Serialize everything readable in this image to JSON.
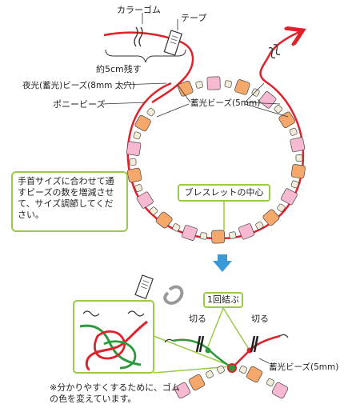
{
  "labels": {
    "color_rubber": "カラーゴム",
    "tape": "テープ",
    "leave_5cm": "約5cm残す",
    "glow_bead_large": "夜光(蓄光)ビーズ(8mm 太穴)",
    "pony_bead": "ポニービーズ",
    "glow_bead_small_top": "蓄光ビーズ(5mm)",
    "bracelet_center": "ブレスレットの中心",
    "adjust_note": "手首サイズに合わせて通すビーズの数を増減させて、サイズ調節してください。",
    "tie_once": "1回結ぶ",
    "cut_left": "切る",
    "cut_right": "切る",
    "glow_bead_small_bottom": "蓄光ビーズ(5mm)",
    "color_note": "※分かりやすくするために、ゴムの色を変えています。"
  },
  "colors": {
    "rubber_red": "#e0202a",
    "rubber_green": "#2a9a3a",
    "glow_orange": "#f5a86a",
    "pony_pink": "#f7b8d2",
    "small_bead_cream": "#f3ecd8",
    "callout_green": "#9bc94a",
    "arrow_blue": "#3a9ad9"
  }
}
